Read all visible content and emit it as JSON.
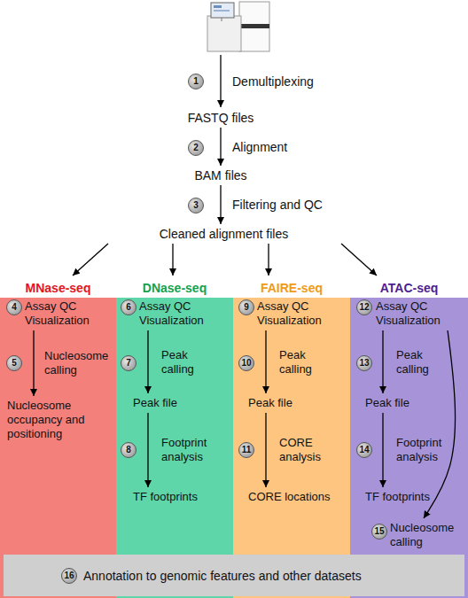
{
  "diagram": {
    "nodes": [
      {
        "text": [
          "FASTQ files"
        ]
      },
      {
        "text": [
          "BAM files"
        ]
      },
      {
        "text": [
          "Cleaned alignment files"
        ]
      },
      {
        "text": [
          "MNase-seq"
        ]
      },
      {
        "text": [
          "Assay QC Visualization"
        ],
        "in": 3
      },
      {
        "text": [
          "Nucleosome occupancy and positioning"
        ],
        "in": 3
      },
      {
        "text": [
          "DNase-seq"
        ]
      },
      {
        "text": [
          "Assay QC Visualization"
        ],
        "in": 6
      },
      {
        "text": [
          "Peak file"
        ],
        "in": 6
      },
      {
        "text": [
          "TF footprints"
        ],
        "in": 6
      },
      {
        "text": [
          "FAIRE-seq"
        ]
      },
      {
        "text": [
          "Assay QC Visualization"
        ],
        "in": 10
      },
      {
        "text": [
          "Peak file"
        ],
        "in": 10
      },
      {
        "text": [
          "CORE locations"
        ],
        "in": 10
      },
      {
        "text": [
          "ATAC-seq"
        ]
      },
      {
        "text": [
          "Assay QC Visualization"
        ],
        "in": 14
      },
      {
        "text": [
          "Peak file"
        ],
        "in": 14
      },
      {
        "text": [
          "TF footprints"
        ],
        "in": 14
      },
      {
        "text": [
          "Nucleosome calling"
        ],
        "in": 14
      },
      {
        "text": [
          "Annotation to genomic features and other datasets"
        ]
      }
    ],
    "edges": [
      {
        "from": 0,
        "to": 1,
        "label": "Alignment",
        "arrow": "to"
      },
      {
        "from": 1,
        "to": 2,
        "label": "Filtering and QC",
        "arrow": "to"
      },
      {
        "from": 2,
        "to": 3,
        "arrow": "to"
      },
      {
        "from": 2,
        "to": 6,
        "arrow": "to"
      },
      {
        "from": 2,
        "to": 10,
        "arrow": "to"
      },
      {
        "from": 2,
        "to": 14,
        "arrow": "to"
      },
      {
        "from": 4,
        "to": 5,
        "label": "Nucleosome calling",
        "arrow": "to"
      },
      {
        "from": 7,
        "to": 8,
        "label": "Peak calling",
        "arrow": "to"
      },
      {
        "from": 8,
        "to": 9,
        "label": "Footprint analysis",
        "arrow": "to"
      },
      {
        "from": 11,
        "to": 12,
        "label": "Peak calling",
        "arrow": "to"
      },
      {
        "from": 12,
        "to": 13,
        "label": "CORE analysis",
        "arrow": "to"
      },
      {
        "from": 15,
        "to": 16,
        "label": "Peak calling",
        "arrow": "to"
      },
      {
        "from": 16,
        "to": 17,
        "label": "Footprint analysis",
        "arrow": "to"
      },
      {
        "from": 15,
        "to": 18,
        "arrow": "to"
      }
    ],
    "labels": [
      "1",
      "Demultiplexing",
      "2",
      "3",
      "4",
      "5",
      "6",
      "7",
      "8",
      "9",
      "10",
      "11",
      "12",
      "13",
      "14",
      "15",
      "16"
    ]
  }
}
